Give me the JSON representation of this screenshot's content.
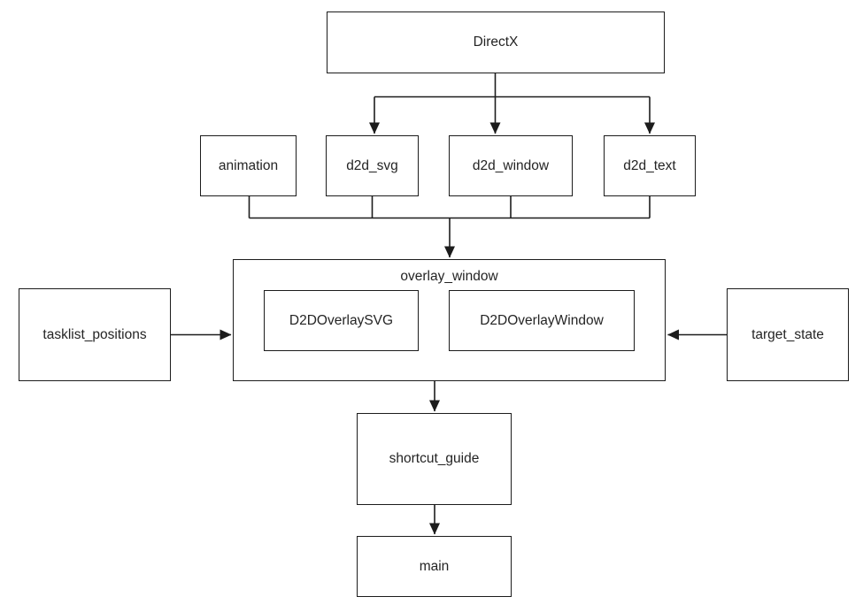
{
  "diagram": {
    "type": "dependency-graph",
    "background_color": "#ffffff",
    "stroke_color": "#1c1c1c",
    "text_color": "#242424",
    "nodes": {
      "directx": {
        "label": "DirectX"
      },
      "animation": {
        "label": "animation"
      },
      "d2d_svg": {
        "label": "d2d_svg"
      },
      "d2d_window": {
        "label": "d2d_window"
      },
      "d2d_text": {
        "label": "d2d_text"
      },
      "overlay_window": {
        "label": "overlay_window"
      },
      "d2doverlaysvg": {
        "label": "D2DOverlaySVG"
      },
      "d2doverlaywindow": {
        "label": "D2DOverlayWindow"
      },
      "tasklist_positions": {
        "label": "tasklist_positions"
      },
      "target_state": {
        "label": "target_state"
      },
      "shortcut_guide": {
        "label": "shortcut_guide"
      },
      "main": {
        "label": "main"
      }
    },
    "containment": [
      {
        "parent": "overlay_window",
        "children": [
          "D2DOverlaySVG",
          "D2DOverlayWindow"
        ]
      }
    ],
    "edges": [
      {
        "from": "DirectX",
        "to": "d2d_svg"
      },
      {
        "from": "DirectX",
        "to": "d2d_window"
      },
      {
        "from": "DirectX",
        "to": "d2d_text"
      },
      {
        "from": "animation",
        "to": "overlay_window"
      },
      {
        "from": "d2d_svg",
        "to": "overlay_window"
      },
      {
        "from": "d2d_window",
        "to": "overlay_window"
      },
      {
        "from": "d2d_text",
        "to": "overlay_window"
      },
      {
        "from": "tasklist_positions",
        "to": "overlay_window"
      },
      {
        "from": "target_state",
        "to": "overlay_window"
      },
      {
        "from": "overlay_window",
        "to": "shortcut_guide"
      },
      {
        "from": "shortcut_guide",
        "to": "main"
      }
    ]
  }
}
